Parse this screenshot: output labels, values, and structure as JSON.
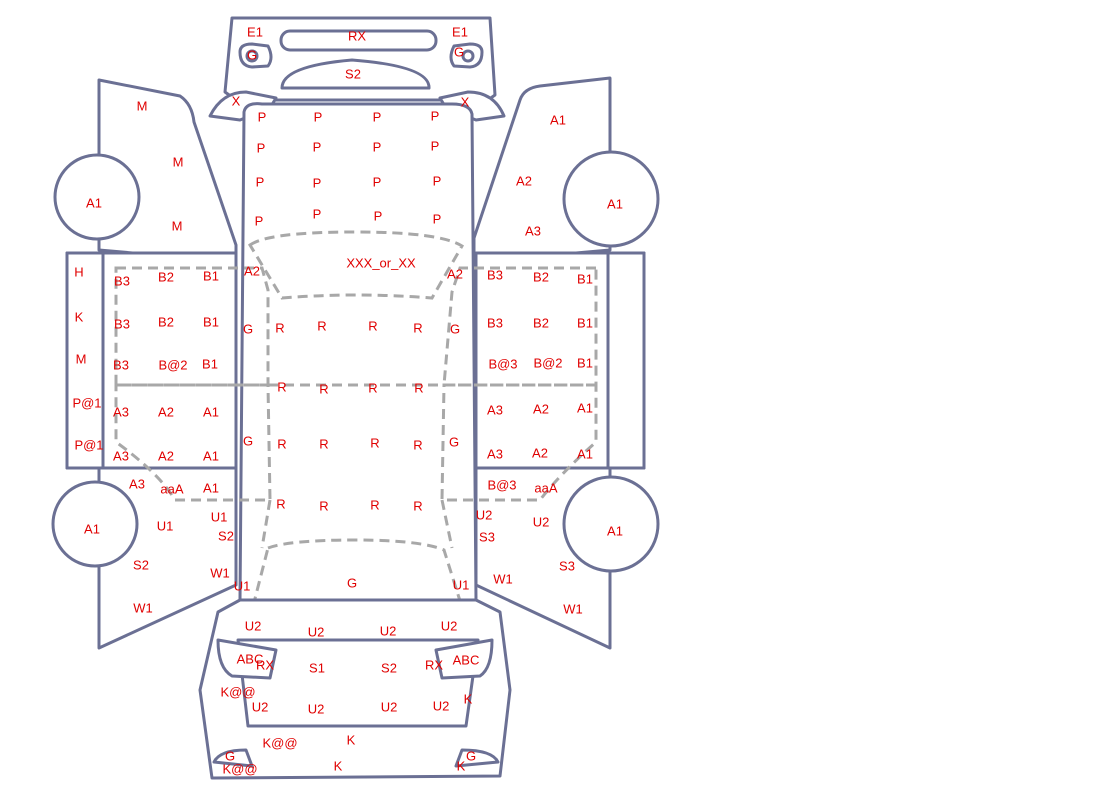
{
  "colors": {
    "outline": "#6b7094",
    "dashed": "#a8a8a8",
    "code_text": "#e00000",
    "background": "#ffffff"
  },
  "codes": [
    "E1",
    "RX",
    "E1",
    "G",
    "G",
    "S2",
    "X",
    "X",
    "P",
    "P",
    "P",
    "P",
    "P",
    "P",
    "P",
    "P",
    "P",
    "P",
    "P",
    "P",
    "P",
    "P",
    "P",
    "P",
    "M",
    "M",
    "M",
    "A1",
    "A1",
    "A2",
    "A3",
    "A1",
    "XXX_or_XX",
    "A2",
    "A2",
    "H",
    "B3",
    "B2",
    "B1",
    "B3",
    "B2",
    "B1",
    "K",
    "B3",
    "B2",
    "B1",
    "B3",
    "B2",
    "B1",
    "M",
    "B3",
    "B@2",
    "B1",
    "B@3",
    "B@2",
    "B1",
    "P@1",
    "A3",
    "A2",
    "A1",
    "A3",
    "A2",
    "A1",
    "P@1",
    "A3",
    "A2",
    "A1",
    "A3",
    "A2",
    "A1",
    "A3",
    "aaA",
    "A1",
    "B@3",
    "aaA",
    "G",
    "R",
    "R",
    "R",
    "R",
    "G",
    "R",
    "R",
    "R",
    "R",
    "G",
    "R",
    "R",
    "R",
    "R",
    "G",
    "R",
    "R",
    "R",
    "R",
    "A1",
    "U1",
    "U1",
    "S2",
    "S2",
    "W1",
    "U1",
    "W1",
    "U2",
    "U2",
    "S3",
    "S3",
    "W1",
    "W1",
    "U1",
    "A1",
    "G",
    "U2",
    "U2",
    "U2",
    "U2",
    "ABC",
    "RX",
    "S1",
    "S2",
    "RX",
    "ABC",
    "K@@",
    "U2",
    "U2",
    "U2",
    "U2",
    "K",
    "K@@",
    "K",
    "G",
    "G",
    "K@@",
    "K",
    "K"
  ]
}
